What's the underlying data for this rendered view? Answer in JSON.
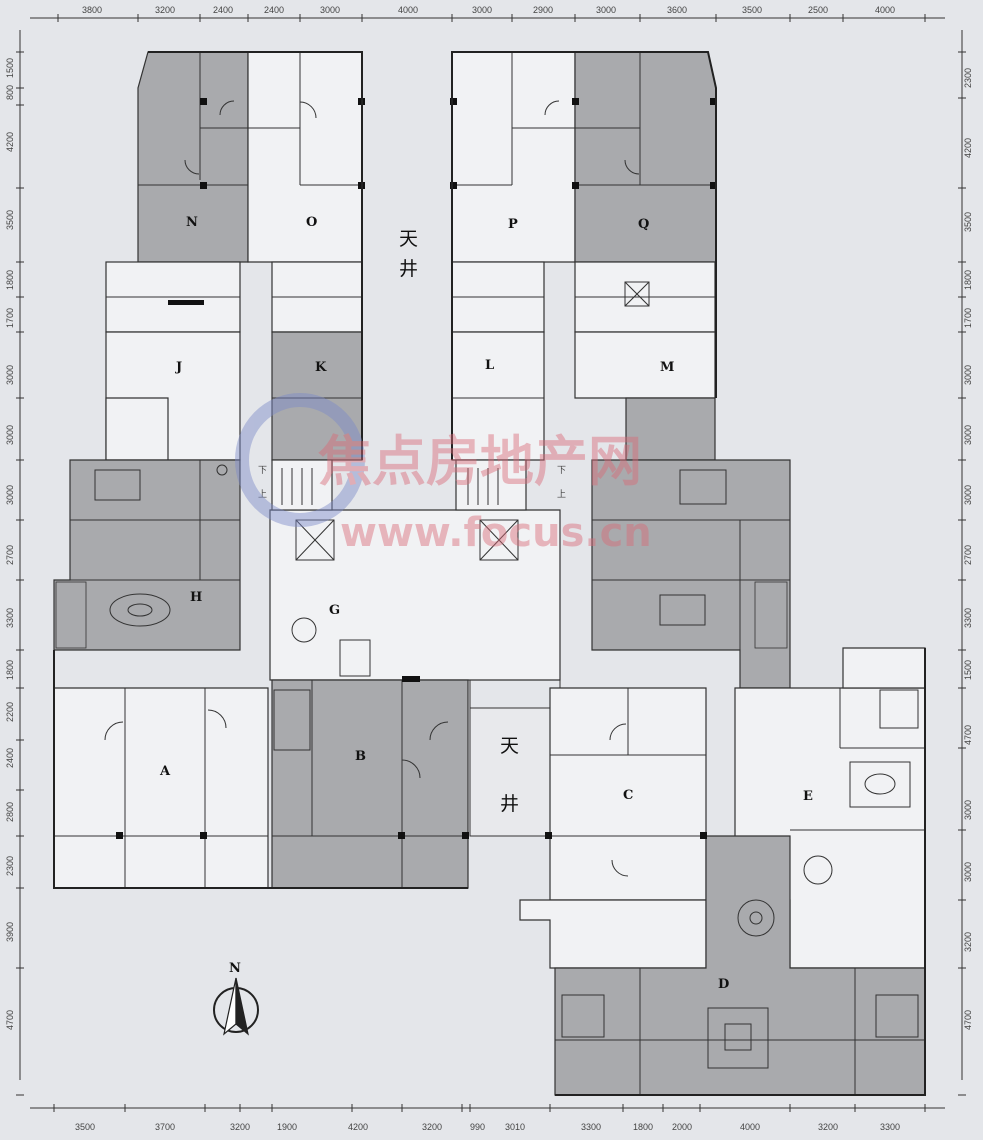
{
  "dimensions": {
    "top": [
      "3800",
      "3200",
      "2400",
      "2400",
      "3000",
      "4000",
      "3000",
      "2900",
      "3000",
      "3600",
      "3500",
      "2500",
      "4000"
    ],
    "bottom": [
      "3500",
      "3700",
      "3200",
      "1900",
      "4200",
      "3200",
      "990",
      "3010",
      "3300",
      "1800",
      "2000",
      "4000",
      "3200",
      "3300"
    ],
    "left": [
      "1500",
      "800",
      "4200",
      "3500",
      "1800",
      "1700",
      "3000",
      "3000",
      "3000",
      "2700",
      "3300",
      "1800",
      "2200",
      "2400",
      "2800",
      "2300",
      "3900",
      "4700"
    ],
    "right": [
      "2300",
      "4200",
      "3500",
      "1800",
      "1700",
      "3000",
      "3000",
      "3000",
      "2700",
      "3300",
      "1500",
      "4700",
      "3000",
      "3000",
      "3200",
      "4700"
    ]
  },
  "units": [
    "N",
    "O",
    "P",
    "Q",
    "J",
    "K",
    "L",
    "M",
    "H",
    "G",
    "A",
    "B",
    "C",
    "E",
    "D"
  ],
  "courtyards": {
    "upper": [
      "天",
      "井"
    ],
    "lower": [
      "天",
      "井"
    ]
  },
  "stair_marks": [
    "下",
    "上",
    "下",
    "上"
  ],
  "compass": {
    "label": "N"
  },
  "watermark": {
    "text": "焦点房地产网",
    "sub": "www.focus.cn"
  },
  "colors": {
    "paper": "#e4e6ea",
    "shaded_unit": "#a9aaad",
    "line": "#222222"
  }
}
